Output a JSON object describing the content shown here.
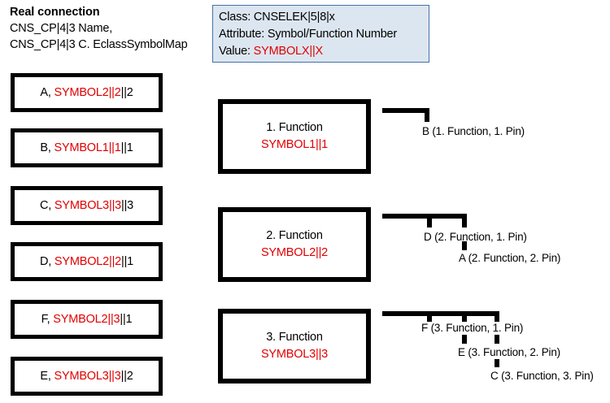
{
  "header": {
    "title": "Real connection",
    "lines": [
      "CNS_CP|4|3 Name,",
      "CNS_CP|4|3 C. EclassSymbolMap"
    ]
  },
  "info_box": {
    "class_line": "Class: CNSELEK|5|8|x",
    "attribute_line": "Attribute: Symbol/Function Number",
    "value_prefix": "Value: ",
    "value": "SYMBOLX||X",
    "fill_color": "#dce6f1",
    "border_color": "#4472a8"
  },
  "connections": [
    {
      "prefix": "A, ",
      "symbol": "SYMBOL2||2",
      "suffix": "||2"
    },
    {
      "prefix": "B, ",
      "symbol": "SYMBOL1||1",
      "suffix": "||1"
    },
    {
      "prefix": "C, ",
      "symbol": "SYMBOL3||3",
      "suffix": "||3"
    },
    {
      "prefix": "D, ",
      "symbol": "SYMBOL2||2",
      "suffix": "||1"
    },
    {
      "prefix": "F, ",
      "symbol": "SYMBOL2||3",
      "suffix": "||1"
    },
    {
      "prefix": "E, ",
      "symbol": "SYMBOL3||3",
      "suffix": "||2"
    }
  ],
  "functions": [
    {
      "title": "1. Function",
      "symbol": "SYMBOL1||1"
    },
    {
      "title": "2. Function",
      "symbol": "SYMBOL2||2"
    },
    {
      "title": "3. Function",
      "symbol": "SYMBOL3||3"
    }
  ],
  "pins": {
    "group1": [
      "B (1. Function, 1. Pin)"
    ],
    "group2": [
      "D (2. Function, 1. Pin)",
      "A (2. Function, 2. Pin)"
    ],
    "group3": [
      "F  (3. Function, 1. Pin)",
      "E (3. Function, 2. Pin)",
      "C (3. Function, 3. Pin)"
    ]
  },
  "colors": {
    "symbol_red": "#e00000",
    "line_black": "#000000"
  }
}
